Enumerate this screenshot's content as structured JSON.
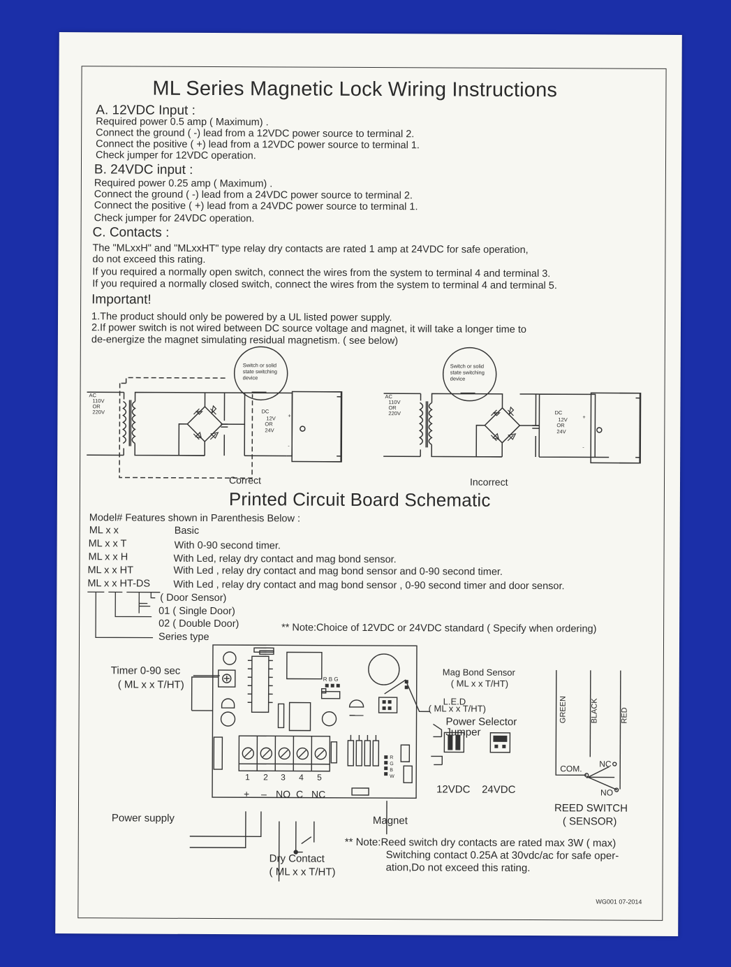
{
  "title": "ML Series Magnetic Lock Wiring Instructions",
  "sec_a": {
    "heading": "A. 12VDC Input :",
    "lines": [
      "Required power 0.5 amp ( Maximum) .",
      "Connect the ground  ( -)   lead from a 12VDC power source to terminal 2.",
      "Connect the positive  ( +)   lead from a 12VDC power source to terminal 1.",
      "Check jumper for 12VDC operation."
    ]
  },
  "sec_b": {
    "heading": "B. 24VDC input :",
    "lines": [
      "Required power 0.25 amp ( Maximum)  .",
      "Connect the ground  ( -)   lead from a 24VDC power source to terminal 2.",
      "Connect the positive  ( +)   lead from a  24VDC power source to terminal 1.",
      "Check jumper for 24VDC operation."
    ]
  },
  "sec_c": {
    "heading": "C. Contacts :",
    "lines": [
      "The \"MLxxH\" and \"MLxxHT\" type relay dry contacts are rated 1 amp at 24VDC for safe operation,",
      "do not exceed this rating.",
      "If you required a normally open switch, connect the wires from the system to terminal 4 and terminal 3.",
      "If you required a normally closed switch, connect the wires from the system to terminal 4 and terminal 5."
    ]
  },
  "important": {
    "heading": "Important!",
    "lines": [
      "1.The product should only be powered by a UL listed power supply.",
      "2.If power switch is not wired between DC source voltage and magnet, it will take a longer time to",
      "   de-energize the magnet simulating residual magnetism.  ( see below)"
    ]
  },
  "circuits": {
    "switch_label": [
      "Switch or solid",
      "state switching",
      "device"
    ],
    "ac_label": [
      "AC",
      "110V",
      "OR",
      "220V"
    ],
    "dc_label": [
      "DC",
      "12V",
      "OR",
      "24V"
    ],
    "plus": "+",
    "minus": "-",
    "correct": "Correct",
    "incorrect": "Incorrect"
  },
  "pcb_title": "Printed Circuit Board Schematic",
  "model_intro": "Model# Features shown in Parenthesis Below :",
  "models": [
    {
      "code": "ML x x",
      "desc": "Basic"
    },
    {
      "code": "ML x x T",
      "desc": "With 0-90 second timer."
    },
    {
      "code": "ML x x H",
      "desc": "With Led, relay dry contact and mag bond sensor."
    },
    {
      "code": "ML x x HT",
      "desc": "With Led , relay dry contact and mag bond sensor and 0-90 second timer."
    },
    {
      "code": "ML x x HT-DS",
      "desc": "With Led , relay dry contact and mag bond sensor , 0-90 second timer and door sensor."
    }
  ],
  "tree": {
    "door_sensor": "( Door Sensor)",
    "single": "01  ( Single Door)",
    "double": "02  ( Double Door)",
    "series": "Series type"
  },
  "note_voltage": "** Note:Choice of 12VDC or 24VDC standard ( Specify when ordering)",
  "board": {
    "timer": [
      "Timer 0-90 sec",
      "( ML x x T/HT)"
    ],
    "mag_bond": [
      "Mag Bond Sensor",
      "( ML x x T/HT)"
    ],
    "led": [
      "L.E.D",
      "( ML x x T/HT)"
    ],
    "power_selector": [
      "Power Selector",
      "Jumper"
    ],
    "j12": "12VDC",
    "j24": "24VDC",
    "rbg": "R B G",
    "terminal_numbers": [
      "1",
      "2",
      "3",
      "4",
      "5"
    ],
    "terminal_labels": [
      "+",
      "–",
      "NO",
      "C",
      "NC"
    ],
    "side_letters": [
      "R",
      "G",
      "B",
      "W"
    ],
    "power_supply": "Power supply",
    "magnet": "Magnet",
    "dry_contact": [
      "Dry Contact",
      "( ML x x T/HT)"
    ]
  },
  "reed": {
    "wires": [
      "GREEN",
      "BLACK",
      "RED"
    ],
    "com": "COM.",
    "nc": "NC",
    "no": "NO",
    "title": [
      "REED SWITCH",
      "( SENSOR)"
    ]
  },
  "note_reed": [
    "** Note:Reed switch dry contacts are rated max 3W ( max)",
    "Switching contact 0.25A at 30vdc/ac for safe oper-",
    "ation,Do not exceed this rating."
  ],
  "doc_code": "WG001  07-2014"
}
